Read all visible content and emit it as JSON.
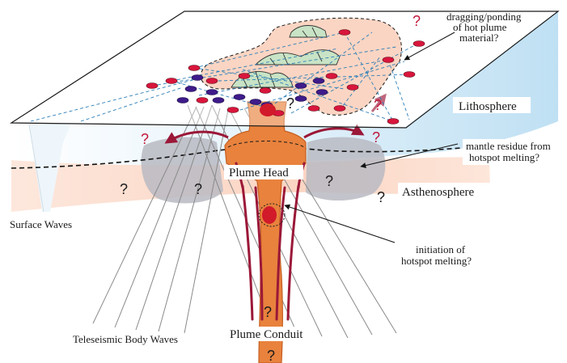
{
  "labels": {
    "lithosphere": "Lithosphere",
    "asthenosphere": "Asthenosphere",
    "plume_head": "Plume Head",
    "plume_conduit": "Plume Conduit",
    "surface_waves": "Surface Waves",
    "teleseismic_body_waves": "Teleseismic Body Waves",
    "dragging_line1": "dragging/ponding",
    "dragging_line2": "of hot plume",
    "dragging_line3": "material?",
    "residue_line1": "mantle residue from",
    "residue_line2": "hotspot melting?",
    "initiation_line1": "initiation of",
    "initiation_line2": "hotspot melting?",
    "question_mark": "?"
  },
  "colors": {
    "plume": "#e8823d",
    "plume_dark": "#c65f21",
    "asthenosphere": "#fbd9c8",
    "lithosphere_blue": "#c9e5f5",
    "residue_gray": "#b8b8c0",
    "flow_arrow": "#9b1838",
    "station_red": "#d8163c",
    "station_purple": "#3e1b8a",
    "ray_blue": "#2c7fb8",
    "melt_red": "#d11a2a",
    "red_question": "#c1163a",
    "black_question": "#1a1a1a"
  }
}
